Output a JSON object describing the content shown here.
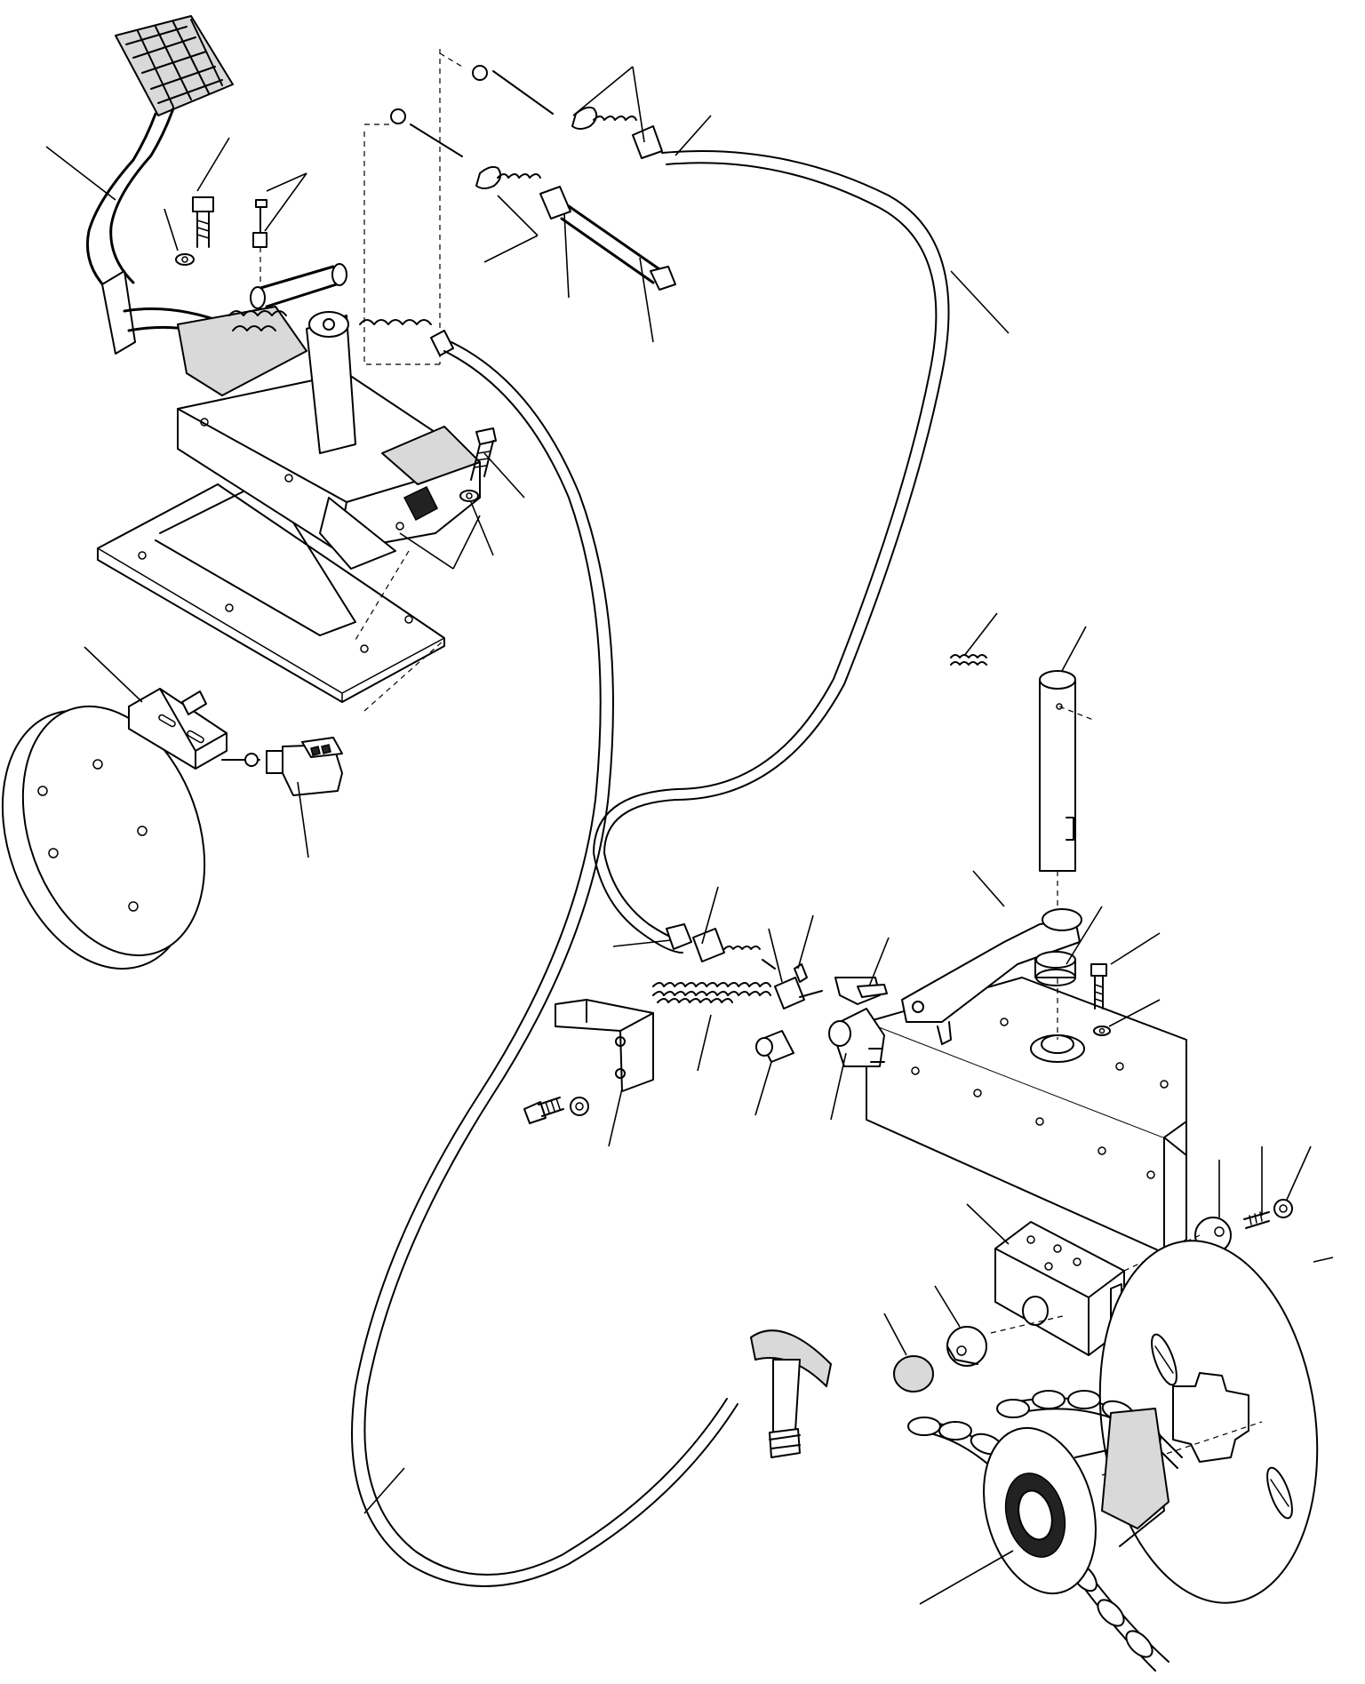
{
  "diagram": {
    "type": "exploded-parts-diagram",
    "colors": {
      "line": "#000000",
      "background": "#ffffff",
      "shade": "#d9d9d9"
    },
    "parts": [
      {
        "id": "brake-pedal",
        "icon": "pedal-icon"
      },
      {
        "id": "pedal-bracket",
        "icon": "bracket-icon"
      },
      {
        "id": "floor-plate",
        "icon": "plate-icon"
      },
      {
        "id": "brake-cable-upper",
        "icon": "cable-icon"
      },
      {
        "id": "brake-cable-lower",
        "icon": "cable-icon"
      },
      {
        "id": "parking-brake-cable",
        "icon": "cable-icon"
      },
      {
        "id": "parking-brake-handle",
        "icon": "t-handle-icon"
      },
      {
        "id": "stop-lamp-switch",
        "icon": "switch-icon"
      },
      {
        "id": "switch-bracket",
        "icon": "bracket-icon"
      },
      {
        "id": "cover-disc",
        "icon": "disc-icon"
      },
      {
        "id": "brake-shaft",
        "icon": "shaft-icon"
      },
      {
        "id": "brake-lever",
        "icon": "lever-icon"
      },
      {
        "id": "caliper-block",
        "icon": "block-icon"
      },
      {
        "id": "brake-disc",
        "icon": "disc-icon"
      },
      {
        "id": "drive-sprocket-chain",
        "icon": "sprocket-icon"
      },
      {
        "id": "return-spring",
        "icon": "spring-icon"
      },
      {
        "id": "clevis",
        "icon": "clevis-icon"
      },
      {
        "id": "cable-bracket",
        "icon": "bracket-icon"
      },
      {
        "id": "mounting-frame",
        "icon": "frame-icon"
      }
    ]
  }
}
